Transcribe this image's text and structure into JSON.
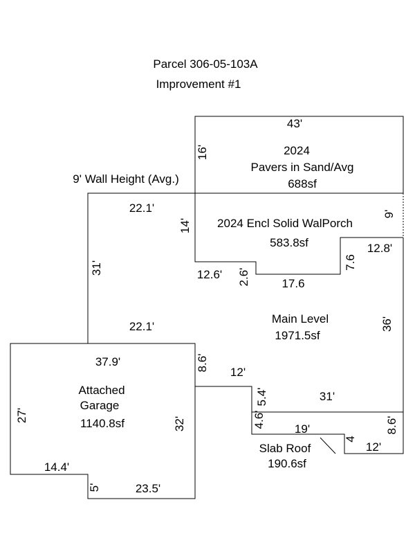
{
  "header": {
    "parcel": "Parcel 306-05-103A",
    "improvement": "Improvement #1"
  },
  "pavers": {
    "year": "2024",
    "name": "Pavers in Sand/Avg",
    "area": "688sf",
    "width": "43'",
    "depth": "16'"
  },
  "wall_height": "9' Wall Height (Avg.)",
  "porch": {
    "name": "2024 Encl Solid WalPorch",
    "area": "583.8sf",
    "d_14": "14'",
    "d_9": "9'",
    "d_12_6": "12.6'",
    "d_2_6": "2.6'",
    "d_17_6": "17.6",
    "d_7_6": "7.6",
    "d_12_8": "12.8'"
  },
  "main": {
    "name": "Main Level",
    "area": "1971.5sf",
    "d_22_1_top": "22.1'",
    "d_31_left": "31'",
    "d_22_1_mid": "22.1'",
    "d_36": "36'",
    "d_8_6_left": "8.6'",
    "d_12": "12'",
    "d_5_4": "5.4'",
    "d_31_bottom": "31'",
    "d_4_6": "4.6'",
    "d_19": "19'"
  },
  "garage": {
    "name_line1": "Attached",
    "name_line2": "Garage",
    "area": "1140.8sf",
    "d_37_9": "37.9'",
    "d_27": "27'",
    "d_32": "32'",
    "d_14_4": "14.4'",
    "d_5": "5'",
    "d_23_5": "23.5'"
  },
  "slab": {
    "name": "Slab Roof",
    "area": "190.6sf",
    "d_4": "4",
    "d_8_6": "8.6'",
    "d_12": "12'"
  }
}
